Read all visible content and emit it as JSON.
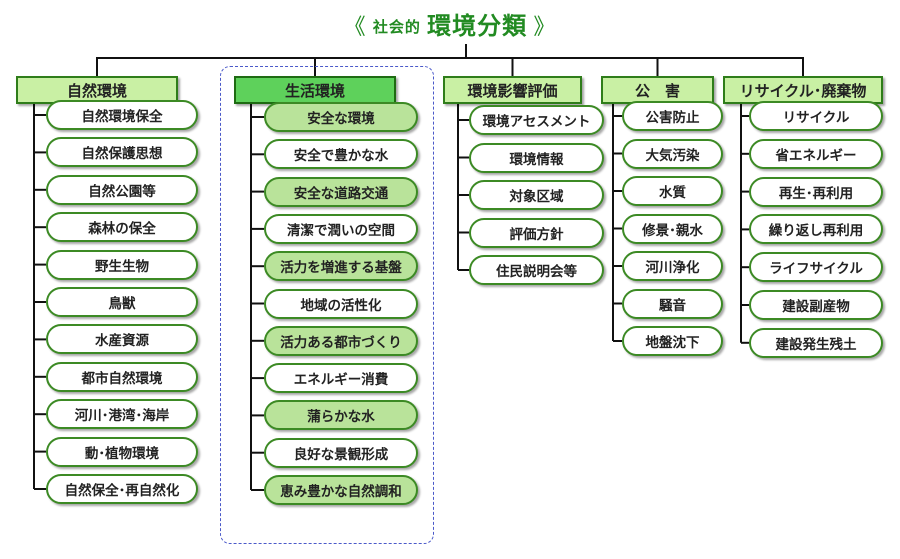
{
  "title": {
    "open": "《",
    "prefix": "社会的",
    "main": "環境分類",
    "close": "》"
  },
  "categories": [
    {
      "label": "自然環境",
      "items": [
        "自然環境保全",
        "自然保護思想",
        "自然公園等",
        "森林の保全",
        "野生生物",
        "鳥獣",
        "水産資源",
        "都市自然環境",
        "河川･港湾･海岸",
        "動･植物環境",
        "自然保全･再自然化"
      ]
    },
    {
      "label": "生活環境",
      "items": [
        "安全な環境",
        "安全で豊かな水",
        "安全な道路交通",
        "清潔で潤いの空間",
        "活力を増進する基盤",
        "地域の活性化",
        "活力ある都市づくり",
        "エネルギー消費",
        "蒲らかな水",
        "良好な景観形成",
        "恵み豊かな自然調和"
      ]
    },
    {
      "label": "環境影響評価",
      "items": [
        "環境アセスメント",
        "環境情報",
        "対象区域",
        "評価方針",
        "住民説明会等"
      ]
    },
    {
      "label": "公　害",
      "items": [
        "公害防止",
        "大気汚染",
        "水質",
        "修景･親水",
        "河川浄化",
        "騒音",
        "地盤沈下"
      ]
    },
    {
      "label": "リサイクル･廃棄物",
      "items": [
        "リサイクル",
        "省エネルギー",
        "再生･再利用",
        "繰り返し再利用",
        "ライフサイクル",
        "建設副産物",
        "建設発生残土"
      ]
    }
  ]
}
